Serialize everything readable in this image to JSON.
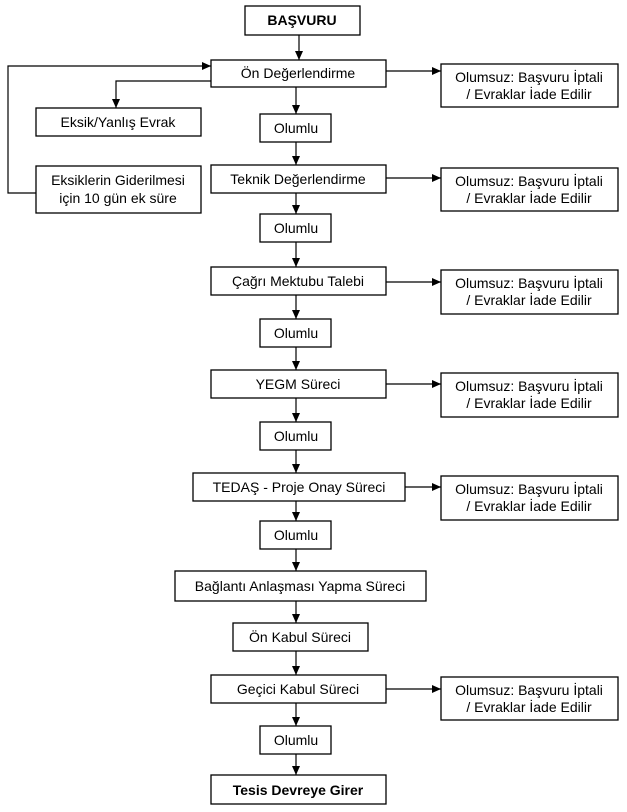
{
  "nodes": {
    "basvuru": "BAŞVURU",
    "on_degerlendirme": "Ön Değerlendirme",
    "eksik_evrak": "Eksik/Yanlış Evrak",
    "eksiklerin_giderilmesi": [
      "Eksiklerin Giderilmesi",
      "için 10 gün ek süre"
    ],
    "olumlu_1": "Olumlu",
    "teknik_degerlendirme": "Teknik Değerlendirme",
    "olumlu_2": "Olumlu",
    "cagri_mektubu": "Çağrı Mektubu Talebi",
    "olumlu_3": "Olumlu",
    "yegm": "YEGM Süreci",
    "olumlu_4": "Olumlu",
    "tedas": "TEDAŞ - Proje Onay Süreci",
    "olumlu_5": "Olumlu",
    "baglanti": "Bağlantı Anlaşması Yapma Süreci",
    "on_kabul": "Ön Kabul Süreci",
    "gecici_kabul": "Geçici Kabul Süreci",
    "olumlu_6": "Olumlu",
    "tesis": "Tesis Devreye Girer"
  },
  "negative": [
    "Olumsuz: Başvuru İptali",
    "/ Evraklar İade Edilir"
  ]
}
